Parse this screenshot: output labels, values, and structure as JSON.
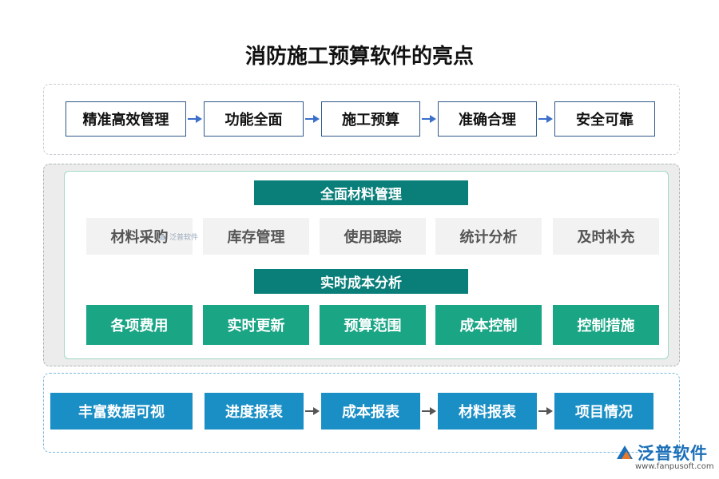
{
  "title": "消防施工预算软件的亮点",
  "row1": [
    "精准高效管理",
    "功能全面",
    "施工预算",
    "准确合理",
    "安全可靠"
  ],
  "section1_header": "全面材料管理",
  "row2": [
    "材料采购",
    "库存管理",
    "使用跟踪",
    "统计分析",
    "及时补充"
  ],
  "section2_header": "实时成本分析",
  "row3": [
    "各项费用",
    "实时更新",
    "预算范围",
    "成本控制",
    "控制措施"
  ],
  "row4": [
    "丰富数据可视",
    "进度报表",
    "成本报表",
    "材料报表",
    "项目情况"
  ],
  "watermark": "泛普软件",
  "logo": {
    "name": "泛普软件",
    "url": "www.fanpusoft.com"
  },
  "colors": {
    "outline": "#2f5a88",
    "teal_header": "#0a7f7a",
    "teal_box": "#1aa585",
    "blue_box": "#1a8fc6",
    "gray_box": "#f2f2f2"
  }
}
